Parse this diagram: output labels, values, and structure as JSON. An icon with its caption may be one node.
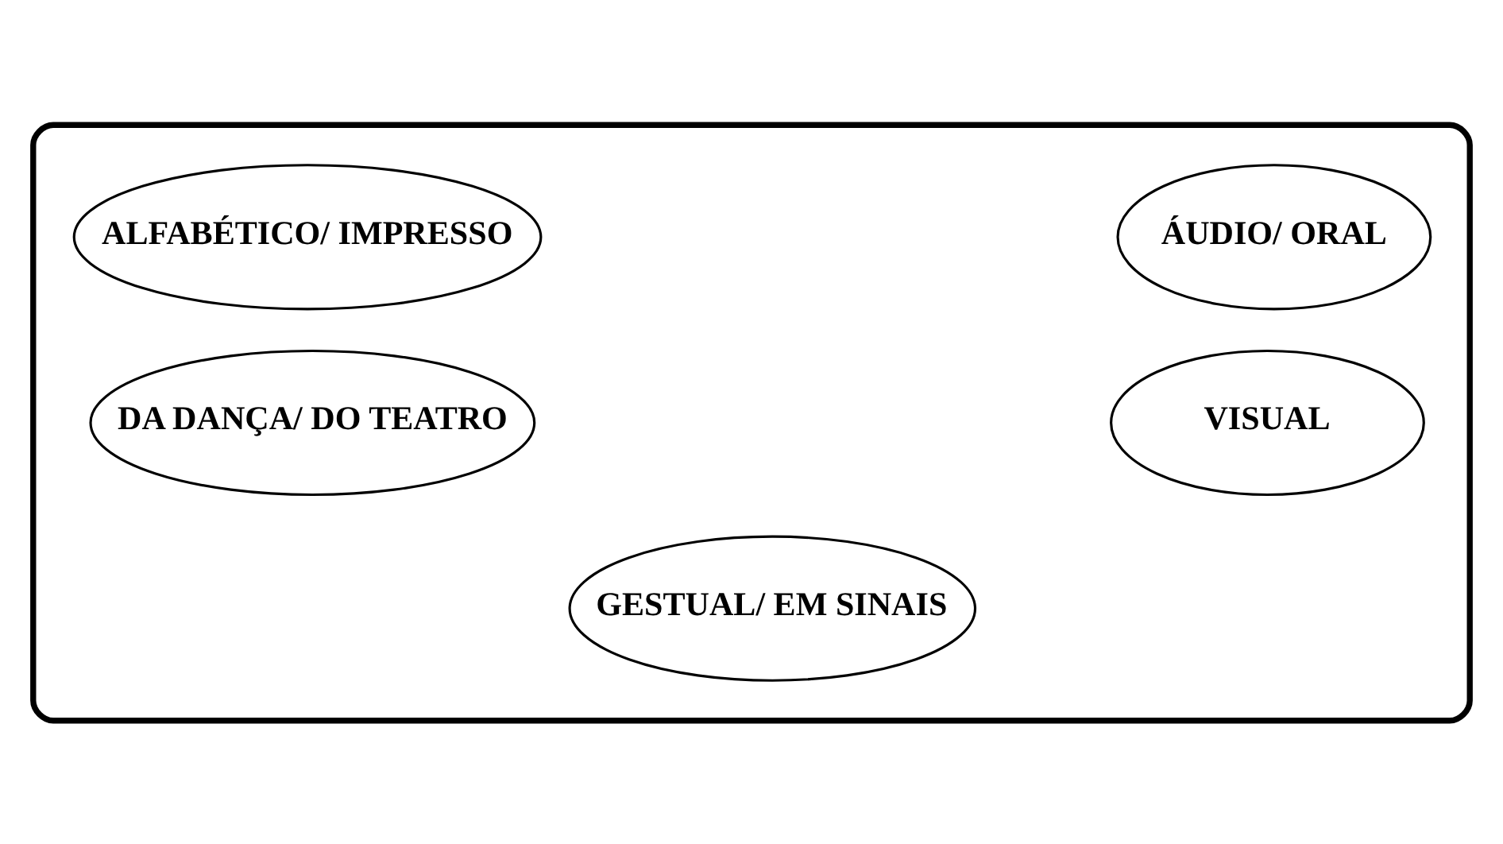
{
  "diagram": {
    "nodes": [
      {
        "text": [],
        "shape": "box"
      },
      {
        "text": [
          "ALFABÉTICO/ IMPRESSO"
        ],
        "in": 0
      },
      {
        "text": [
          "ÁUDIO/ ORAL"
        ],
        "in": 0
      },
      {
        "text": [
          "DA DANÇA/ DO TEATRO"
        ],
        "in": 0
      },
      {
        "text": [
          "VISUAL"
        ],
        "in": 0
      },
      {
        "text": [
          "GESTUAL/ EM SINAIS"
        ],
        "in": 0
      }
    ],
    "edges": []
  }
}
